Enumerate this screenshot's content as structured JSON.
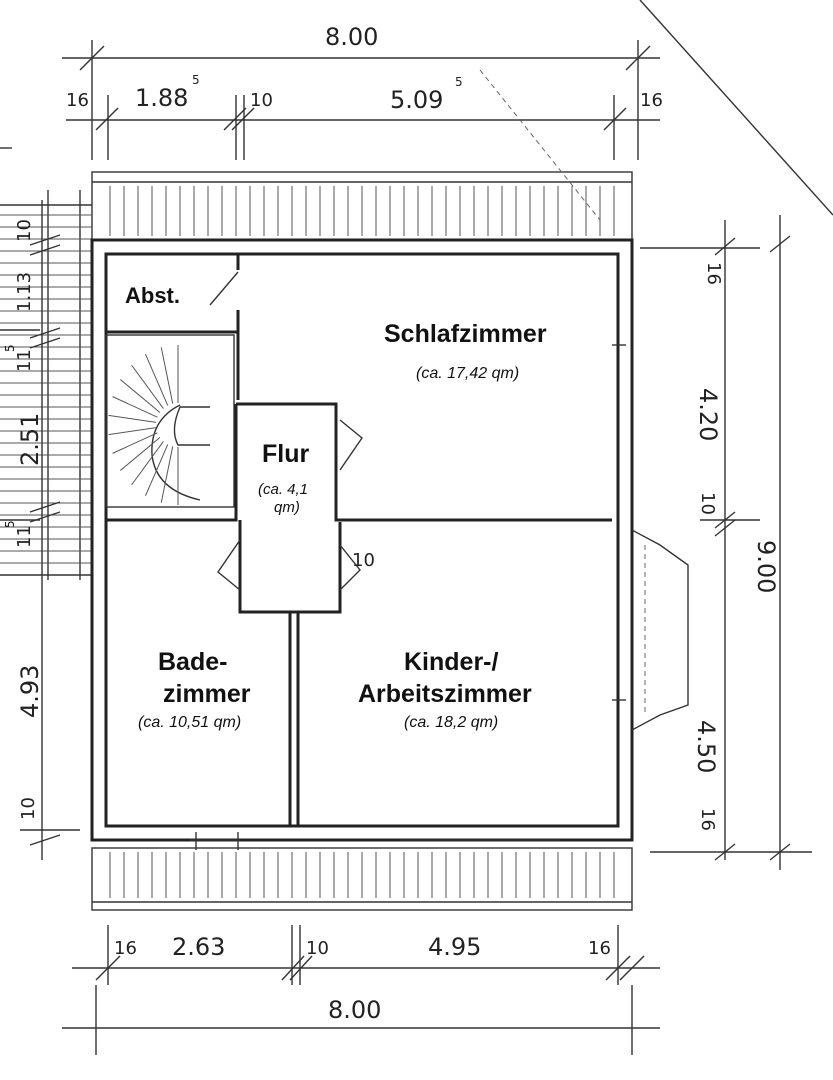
{
  "plan": {
    "rooms": {
      "abst": {
        "label": "Abst."
      },
      "schlaf": {
        "label": "Schlafzimmer",
        "area": "(ca. 17,42 qm)"
      },
      "flur": {
        "label": "Flur",
        "area_line1": "(ca. 4,1",
        "area_line2": "qm)"
      },
      "bade": {
        "label_line1": "Bade-",
        "label_line2": "zimmer",
        "area": "(ca. 10,51 qm)"
      },
      "kinder": {
        "label_line1": "Kinder-/",
        "label_line2": "Arbeitszimmer",
        "area": "(ca. 18,2 qm)"
      }
    },
    "dims_top": {
      "total": "8.00",
      "seg1": "16",
      "seg2": "1.88",
      "seg2_sup": "5",
      "seg3": "10",
      "seg4": "5.09",
      "seg4_sup": "5",
      "seg5": "16"
    },
    "dims_bottom": {
      "seg1": "16",
      "seg2": "2.63",
      "seg3": "10",
      "seg4": "4.95",
      "seg5": "16",
      "total": "8.00"
    },
    "dims_left": {
      "d1": "10",
      "d2": "1.13",
      "d3": "11",
      "d3_sup": "5",
      "d4": "2.51",
      "d5": "11",
      "d5_sup": "5",
      "d6": "4.93",
      "d7": "10"
    },
    "dims_right": {
      "r1": "16",
      "r2": "4.20",
      "r3": "10",
      "r4": "4.50",
      "r5": "16",
      "total": "9.00"
    },
    "flur_door_dim": "10"
  }
}
